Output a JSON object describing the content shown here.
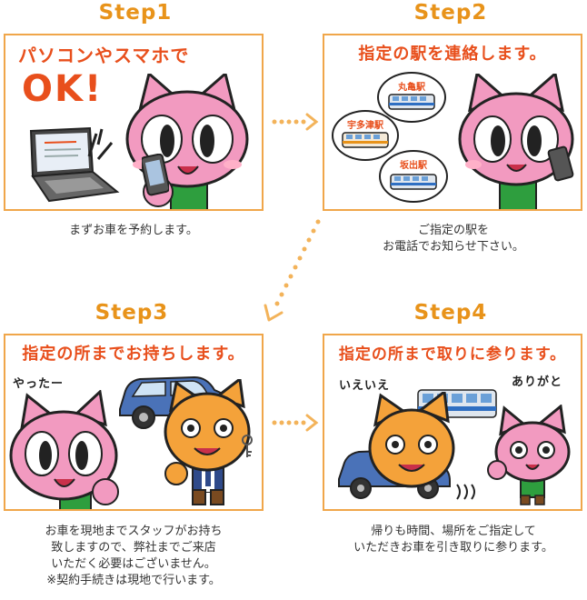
{
  "steps": [
    {
      "title": "Step1",
      "heading_line1": "パソコンやスマホで",
      "heading_line2": "OK!",
      "caption": "まずお車を予約します。"
    },
    {
      "title": "Step2",
      "heading": "指定の駅を連絡します。",
      "stations": [
        "丸亀駅",
        "宇多津駅",
        "坂出駅"
      ],
      "caption": "ご指定の駅を\nお電話でお知らせ下さい。"
    },
    {
      "title": "Step3",
      "heading": "指定の所までお持ちします。",
      "speech": "やったー",
      "caption": "お車を現地までスタッフがお持ち\n致しますので、弊社までご来店\nいただく必要はございません。\n※契約手続きは現地で行います。"
    },
    {
      "title": "Step4",
      "heading": "指定の所まで取りに参ります。",
      "speech_left": "いえいえ",
      "speech_right": "ありがと",
      "caption": "帰りも時間、場所をご指定して\nいただきお車を引き取りに参ります。"
    }
  ],
  "colors": {
    "step_title": "#e8931a",
    "panel_border": "#f0a64a",
    "heading": "#e84f1c",
    "arrow": "#f3b35a",
    "cat_pink": "#f29ac0",
    "dog_orange": "#f4a23a",
    "car_blue": "#4a72b8"
  },
  "icons": [
    "laptop-icon",
    "smartphone-icon",
    "train-icon",
    "car-icon",
    "key-icon"
  ]
}
